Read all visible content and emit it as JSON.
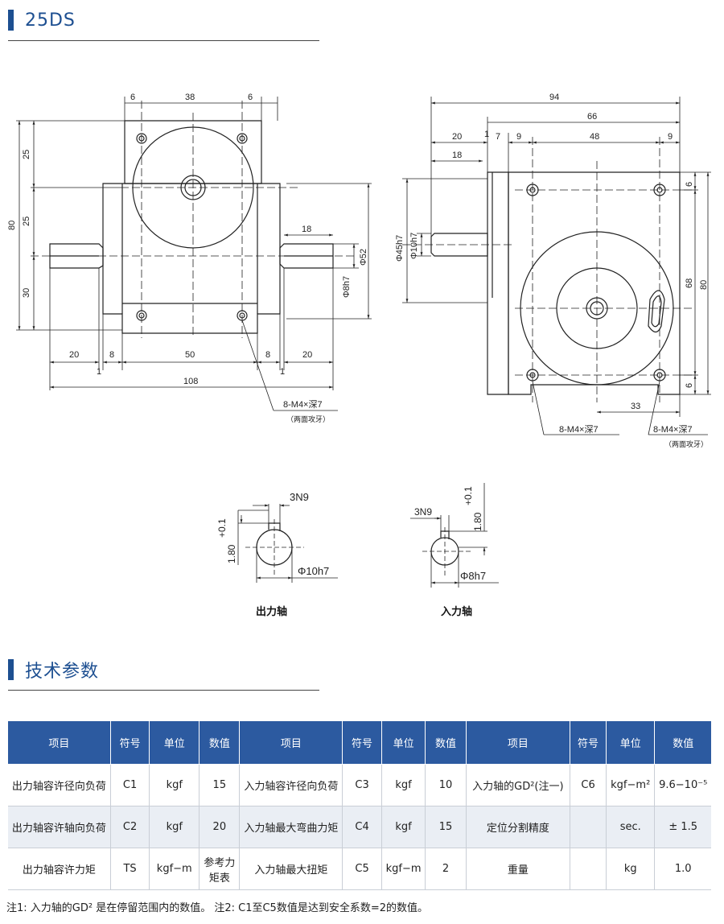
{
  "model": {
    "title": "25DS"
  },
  "tech": {
    "title": "技术参数"
  },
  "labels": {
    "output_shaft": "出力轴",
    "input_shaft": "入力轴",
    "tap_spec": "8-M4×深7",
    "both_sides": "（两面攻牙）",
    "key_out": "3N9",
    "key_in": "3N9",
    "dia_out": "Φ10h7",
    "dia_in": "Φ8h7",
    "key_depth_out": "1.80",
    "key_depth_out_tol": "+0.1",
    "key_depth_in": "1.80",
    "key_depth_in_tol": "+0.1"
  },
  "dims_front": {
    "d6a": "6",
    "d38": "38",
    "d6b": "6",
    "d25a": "25",
    "d25b": "25",
    "d80": "80",
    "d30": "30",
    "d18": "18",
    "d52": "Φ52",
    "d8h7": "Φ8h7",
    "d20a": "20",
    "d8a": "8",
    "d50": "50",
    "d8b": "8",
    "d20b": "20",
    "d1a": "1",
    "d1b": "1",
    "d108": "108"
  },
  "dims_side": {
    "d94": "94",
    "d66": "66",
    "d20": "20",
    "d1": "1",
    "d7": "7",
    "d9a": "9",
    "d48": "48",
    "d9b": "9",
    "d18": "18",
    "d45h7": "Φ45h7",
    "d10h7": "Φ10h7",
    "d6a": "6",
    "d68": "68",
    "d80": "80",
    "d6b": "6",
    "d33": "33"
  },
  "table": {
    "headers": [
      "项目",
      "符号",
      "单位",
      "数值",
      "项目",
      "符号",
      "单位",
      "数值",
      "项目",
      "符号",
      "单位",
      "数值"
    ],
    "rows": [
      [
        "出力轴容许径向负荷",
        "C1",
        "kgf",
        "15",
        "入力轴容许径向负荷",
        "C3",
        "kgf",
        "10",
        "入力轴的GD²(注一)",
        "C6",
        "kgf−m²",
        "9.6−10⁻⁵"
      ],
      [
        "出力轴容许轴向负荷",
        "C2",
        "kgf",
        "20",
        "入力轴最大弯曲力矩",
        "C4",
        "kgf",
        "15",
        "定位分割精度",
        "",
        "sec.",
        "± 1.5"
      ],
      [
        "出力轴容许力矩",
        "TS",
        "kgf−m",
        "参考力矩表",
        "入力轴最大扭矩",
        "C5",
        "kgf−m",
        "2",
        "重量",
        "",
        "kg",
        "1.0"
      ]
    ]
  },
  "note": "注1: 入力轴的GD² 是在停留范围内的数值。  注2: C1至C5数值是达到安全系数=2的数值。"
}
